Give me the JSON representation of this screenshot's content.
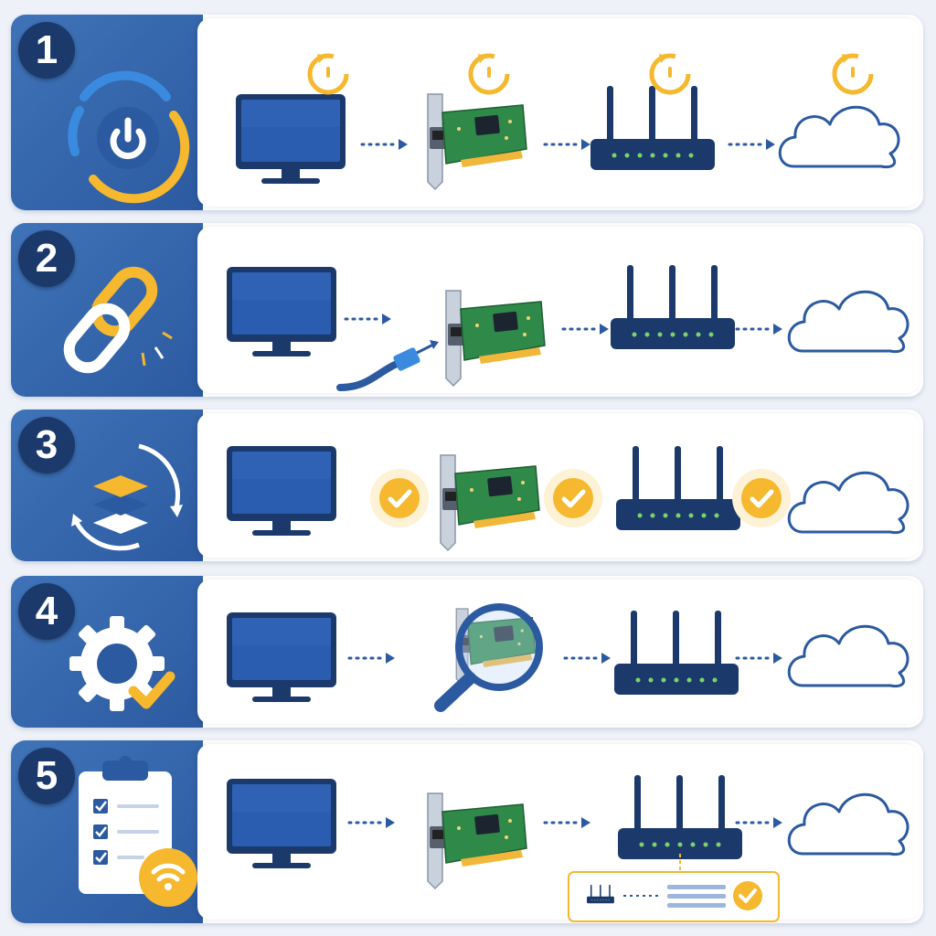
{
  "colors": {
    "primary_blue": "#2c5aa0",
    "navy": "#1b3a6b",
    "yellow": "#f5b82e",
    "white": "#ffffff",
    "pcb_green": "#2f8a4a"
  },
  "steps": [
    {
      "number": "1",
      "icon": "power-restart-icon",
      "flow": [
        "monitor-icon",
        "network-card-icon",
        "router-icon",
        "cloud-icon"
      ],
      "markers": "restart-timer-icon"
    },
    {
      "number": "2",
      "icon": "link-chain-icon",
      "flow": [
        "monitor-icon",
        "ethernet-cable-icon",
        "network-card-icon",
        "router-icon",
        "cloud-icon"
      ],
      "markers": "connection-arrows"
    },
    {
      "number": "3",
      "icon": "layers-sync-icon",
      "flow": [
        "monitor-icon",
        "network-card-icon",
        "router-icon",
        "cloud-icon"
      ],
      "markers": "check-circle-icon"
    },
    {
      "number": "4",
      "icon": "gear-check-icon",
      "flow": [
        "monitor-icon",
        "magnifier-icon",
        "router-icon",
        "cloud-icon"
      ],
      "markers": "inspect"
    },
    {
      "number": "5",
      "icon": "checklist-wifi-icon",
      "flow": [
        "monitor-icon",
        "network-card-icon",
        "router-icon",
        "cloud-icon"
      ],
      "markers": "router-status-callout"
    }
  ]
}
